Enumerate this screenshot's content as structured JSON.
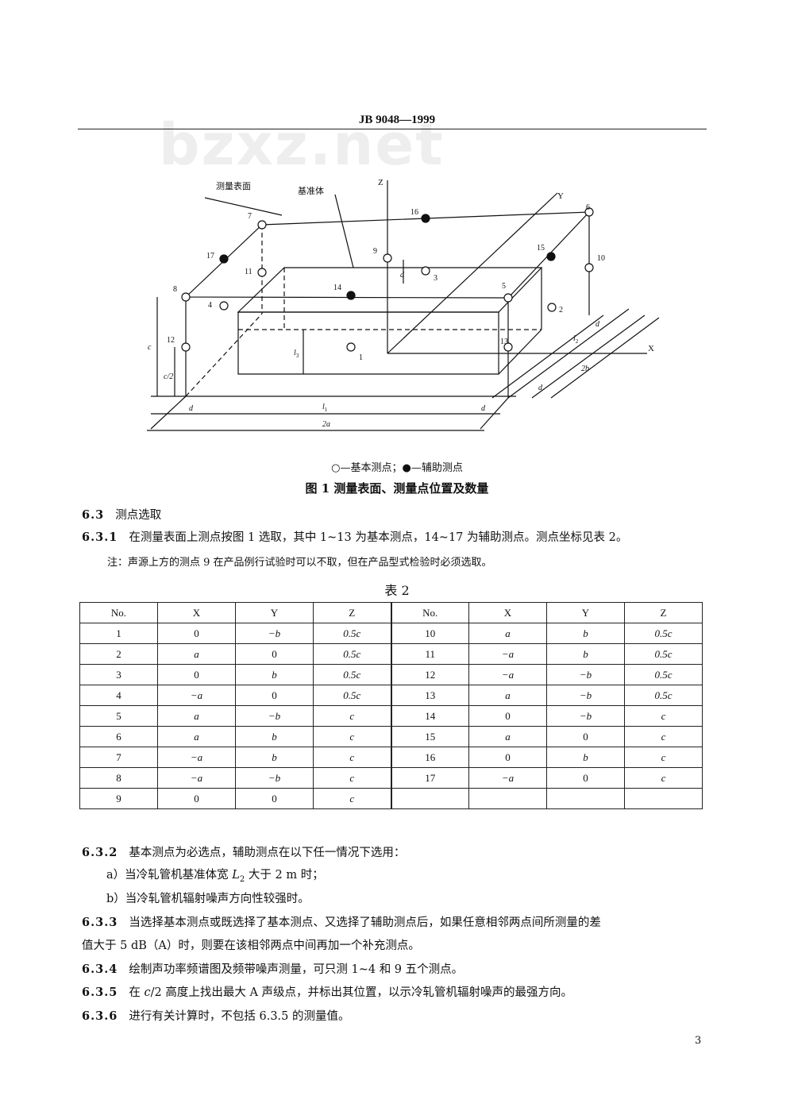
{
  "header": {
    "code": "JB 9048—1999"
  },
  "watermark": "bzxz.net",
  "figure": {
    "labels": {
      "surface": "测量表面",
      "body": "基准体",
      "z": "Z",
      "y": "Y",
      "x": "X",
      "p1": "1",
      "p2": "2",
      "p3": "3",
      "p4": "4",
      "p5": "5",
      "p6": "6",
      "p7": "7",
      "p8": "8",
      "p9": "9",
      "p10": "10",
      "p11": "11",
      "p12": "12",
      "p13": "13",
      "p14": "14",
      "p15": "15",
      "p16": "16",
      "p17": "17",
      "d": "d",
      "c": "c",
      "c2": "c/2",
      "l1": "l",
      "l1sub": "1",
      "two_a": "2a",
      "two_b": "2b",
      "l2": "l",
      "l2sub": "2",
      "l3": "l",
      "l3sub": "3"
    },
    "legend": "○—基本测点；●—辅助测点",
    "caption": "图 1   测量表面、测量点位置及数量"
  },
  "section_63": {
    "num": "6.3",
    "text": "测点选取"
  },
  "section_631": {
    "num": "6.3.1",
    "text": "在测量表面上测点按图 1 选取，其中 1~13 为基本测点，14~17 为辅助测点。测点坐标见表 2。"
  },
  "note": "注：声源上方的测点 9 在产品例行试验时可以不取，但在产品型式检验时必须选取。",
  "table": {
    "title": "表 2",
    "headers": [
      "No.",
      "X",
      "Y",
      "Z",
      "No.",
      "X",
      "Y",
      "Z"
    ],
    "rows": [
      [
        "1",
        "0",
        "−b",
        "0.5c",
        "10",
        "a",
        "b",
        "0.5c"
      ],
      [
        "2",
        "a",
        "0",
        "0.5c",
        "11",
        "−a",
        "b",
        "0.5c"
      ],
      [
        "3",
        "0",
        "b",
        "0.5c",
        "12",
        "−a",
        "−b",
        "0.5c"
      ],
      [
        "4",
        "−a",
        "0",
        "0.5c",
        "13",
        "a",
        "−b",
        "0.5c"
      ],
      [
        "5",
        "a",
        "−b",
        "c",
        "14",
        "0",
        "−b",
        "c"
      ],
      [
        "6",
        "a",
        "b",
        "c",
        "15",
        "a",
        "0",
        "c"
      ],
      [
        "7",
        "−a",
        "b",
        "c",
        "16",
        "0",
        "b",
        "c"
      ],
      [
        "8",
        "−a",
        "−b",
        "c",
        "17",
        "−a",
        "0",
        "c"
      ],
      [
        "9",
        "0",
        "0",
        "c",
        "",
        "",
        "",
        ""
      ]
    ]
  },
  "section_632": {
    "num": "6.3.2",
    "text": "基本测点为必选点，辅助测点在以下任一情况下选用：",
    "a_pre": "a）当冷轧管机基准体宽 ",
    "a_var": "L",
    "a_sub": "2",
    "a_post": " 大于 2 m 时；",
    "b": "b）当冷轧管机辐射噪声方向性较强时。"
  },
  "section_633": {
    "num": "6.3.3",
    "line1": "当选择基本测点或既选择了基本测点、又选择了辅助测点后，如果任意相邻两点间所测量的差",
    "line2": "值大于 5 dB（A）时，则要在该相邻两点中间再加一个补充测点。"
  },
  "section_634": {
    "num": "6.3.4",
    "text": "绘制声功率频谱图及频带噪声测量，可只测 1~4 和 9 五个测点。"
  },
  "section_635": {
    "num": "6.3.5",
    "pre": "在 ",
    "var": "c",
    "post": "/2 高度上找出最大 A 声级点，并标出其位置，以示冷轧管机辐射噪声的最强方向。"
  },
  "section_636": {
    "num": "6.3.6",
    "text": "进行有关计算时，不包括 6.3.5 的测量值。"
  },
  "page_number": "3"
}
